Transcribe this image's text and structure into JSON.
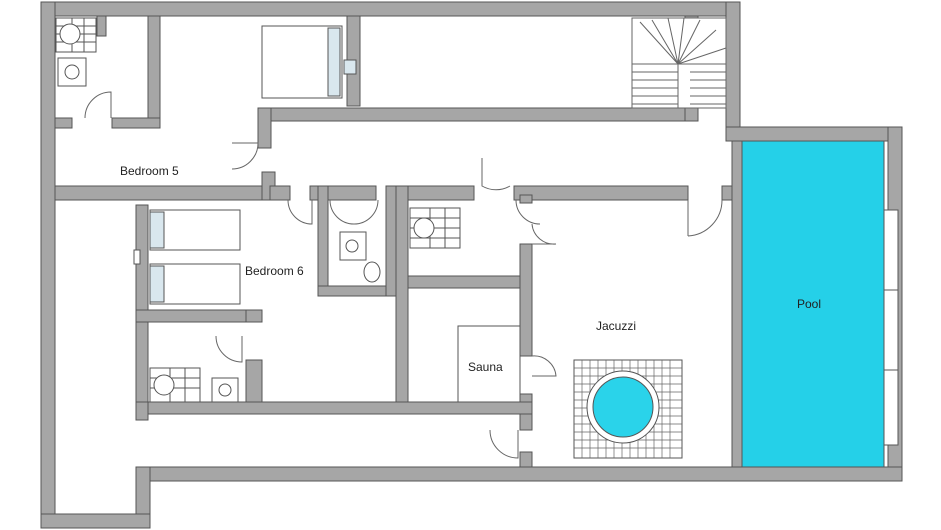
{
  "rooms": {
    "bedroom5": "Bedroom 5",
    "bedroom6": "Bedroom 6",
    "sauna": "Sauna",
    "jacuzzi": "Jacuzzi",
    "pool": "Pool"
  },
  "colors": {
    "wall_fill": "#a6a6a6",
    "wall_stroke": "#555555",
    "pool_water": "#25d0e8",
    "jacuzzi_water": "#2ad3ea",
    "door_line": "#666666",
    "fixture_line": "#555555"
  }
}
